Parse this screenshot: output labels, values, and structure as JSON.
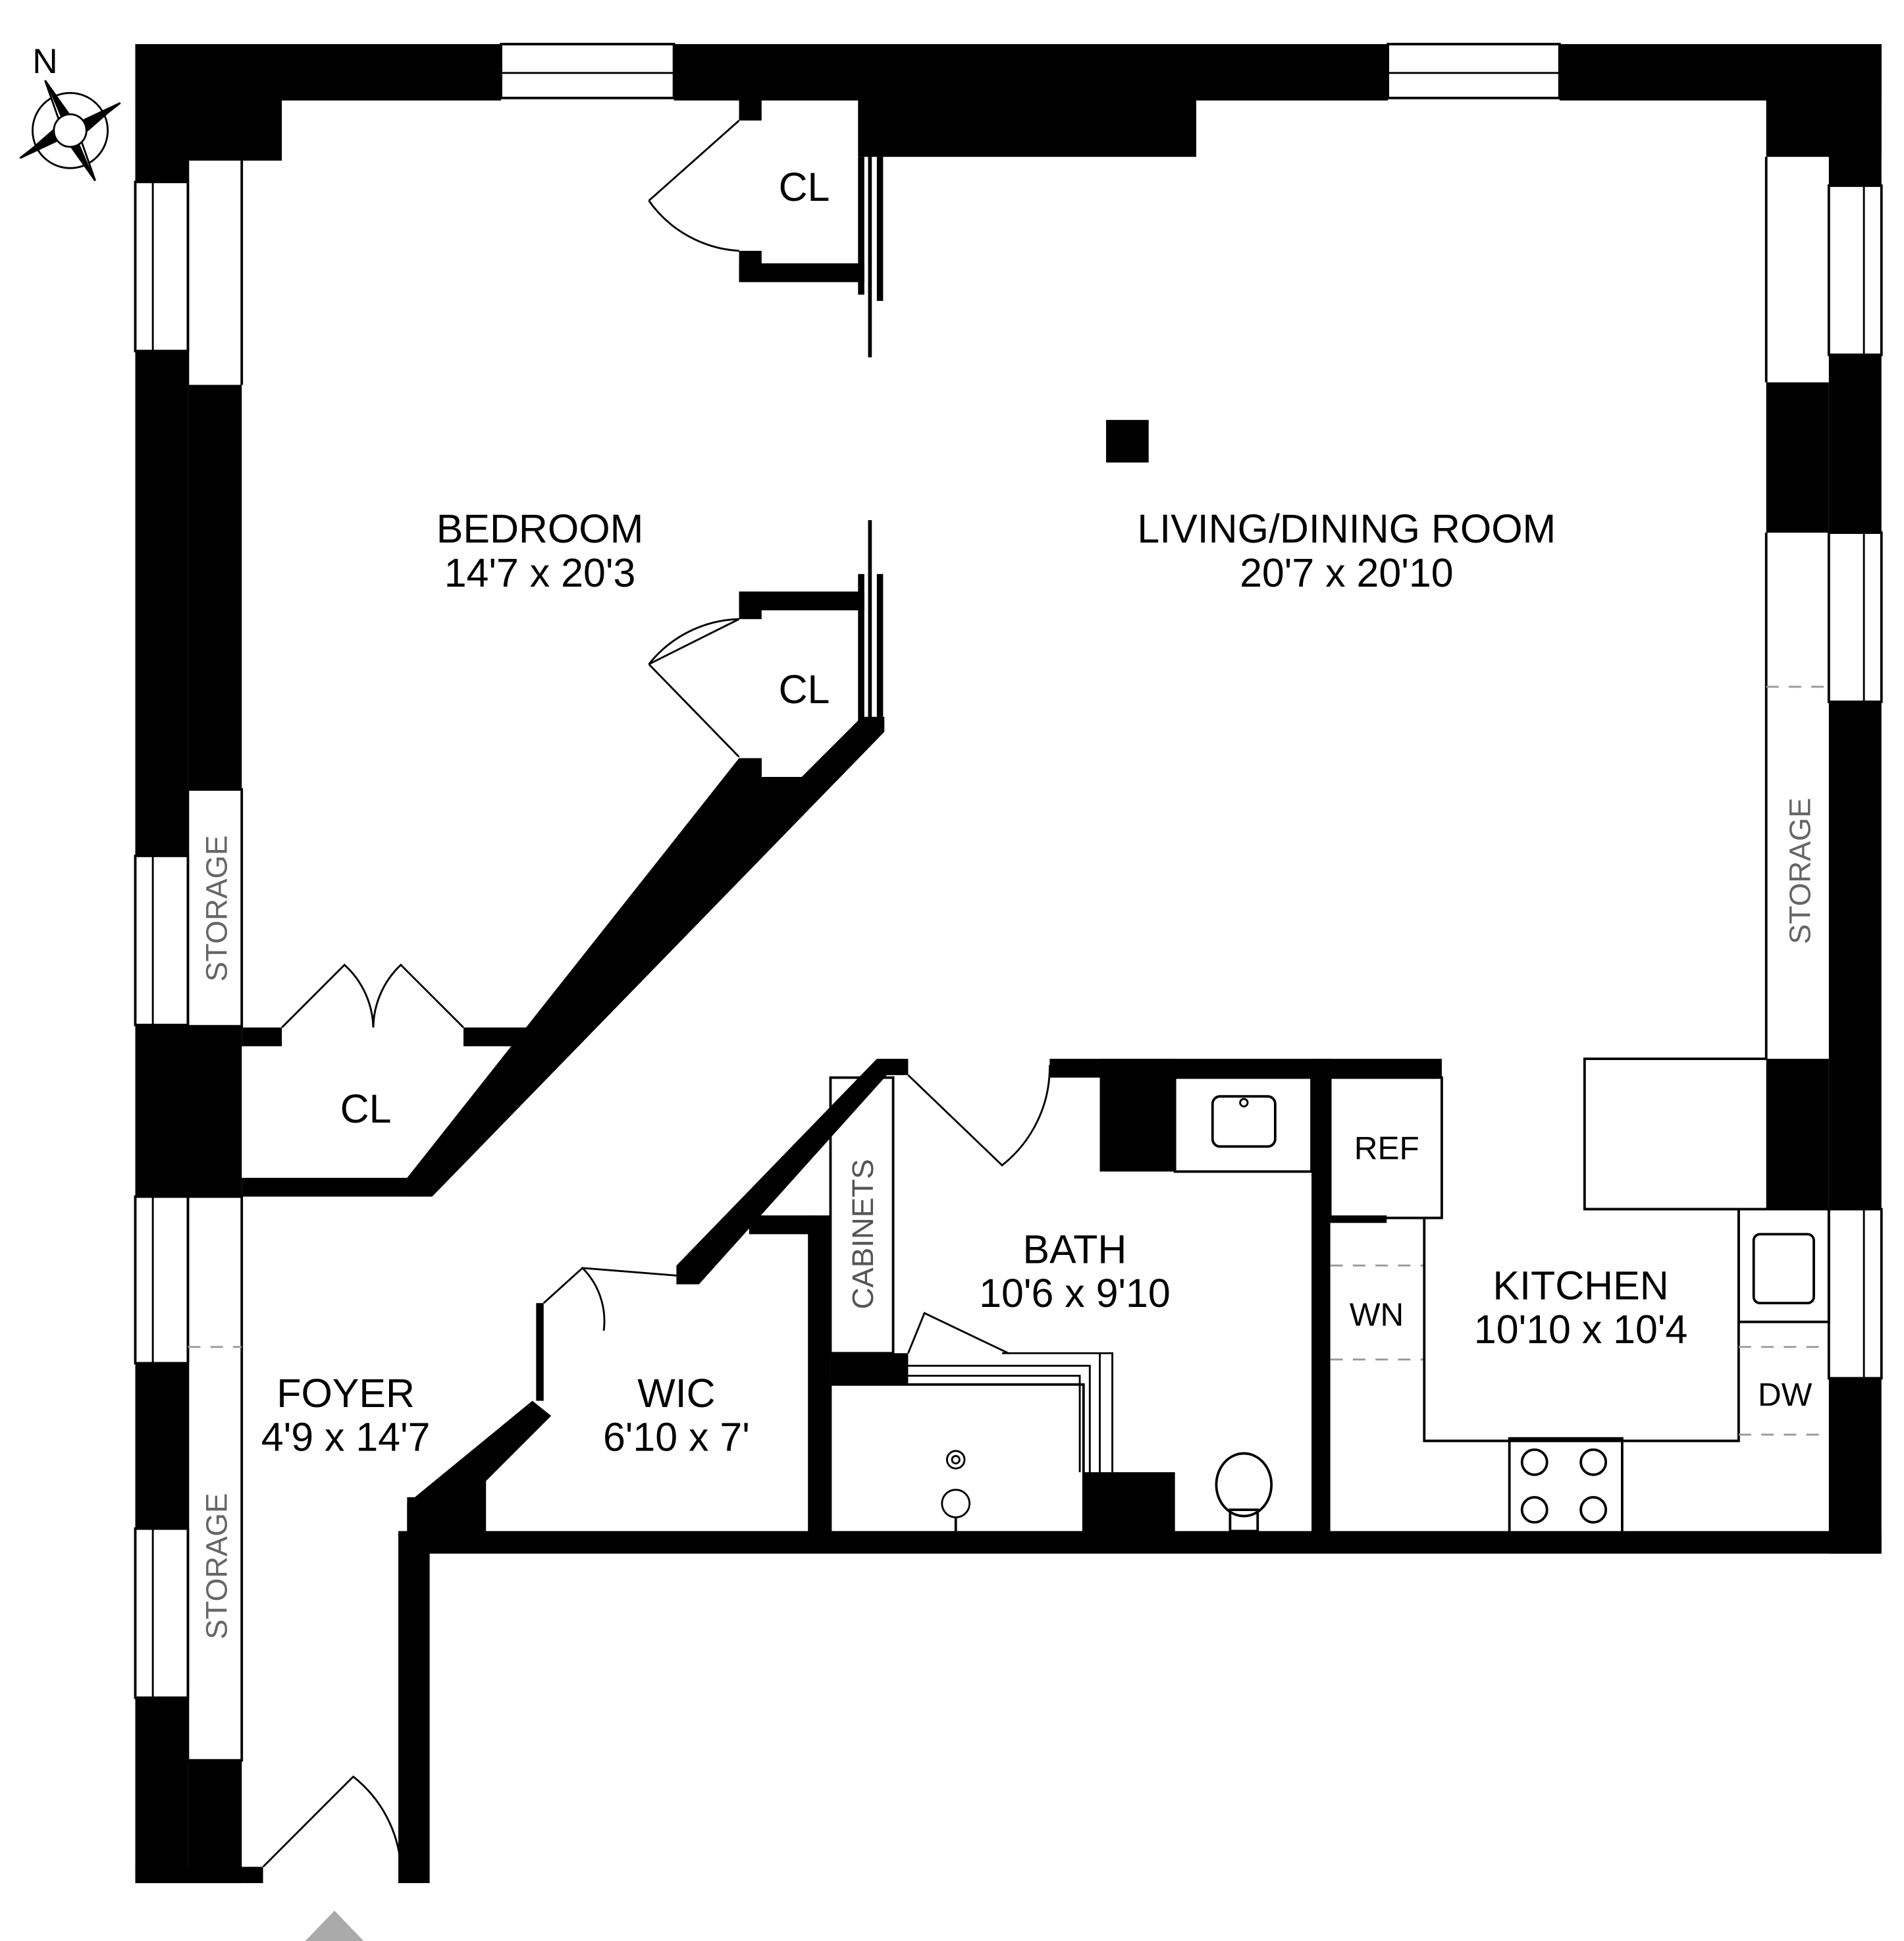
{
  "compass": {
    "label": "N"
  },
  "rooms": {
    "bedroom": {
      "name": "BEDROOM",
      "dims": "14'7 x 20'3"
    },
    "living": {
      "name": "LIVING/DINING ROOM",
      "dims": "20'7 x 20'10"
    },
    "foyer": {
      "name": "FOYER",
      "dims": "4'9 x 14'7"
    },
    "wic": {
      "name": "WIC",
      "dims": "6'10 x 7'"
    },
    "bath": {
      "name": "BATH",
      "dims": "10'6 x 9'10"
    },
    "kitchen": {
      "name": "KITCHEN",
      "dims": "10'10 x 10'4"
    }
  },
  "labels": {
    "closet_top": "CL",
    "closet_mid": "CL",
    "closet_bottom": "CL",
    "storage_left_upper": "STORAGE",
    "storage_left_lower": "STORAGE",
    "storage_right": "STORAGE",
    "cabinets": "CABINETS",
    "ref": "REF",
    "wn": "WN",
    "dw": "DW"
  },
  "colors": {
    "wall": "#000000",
    "storage_text": "#666666",
    "entry_arrow": "#aaaaaa"
  }
}
